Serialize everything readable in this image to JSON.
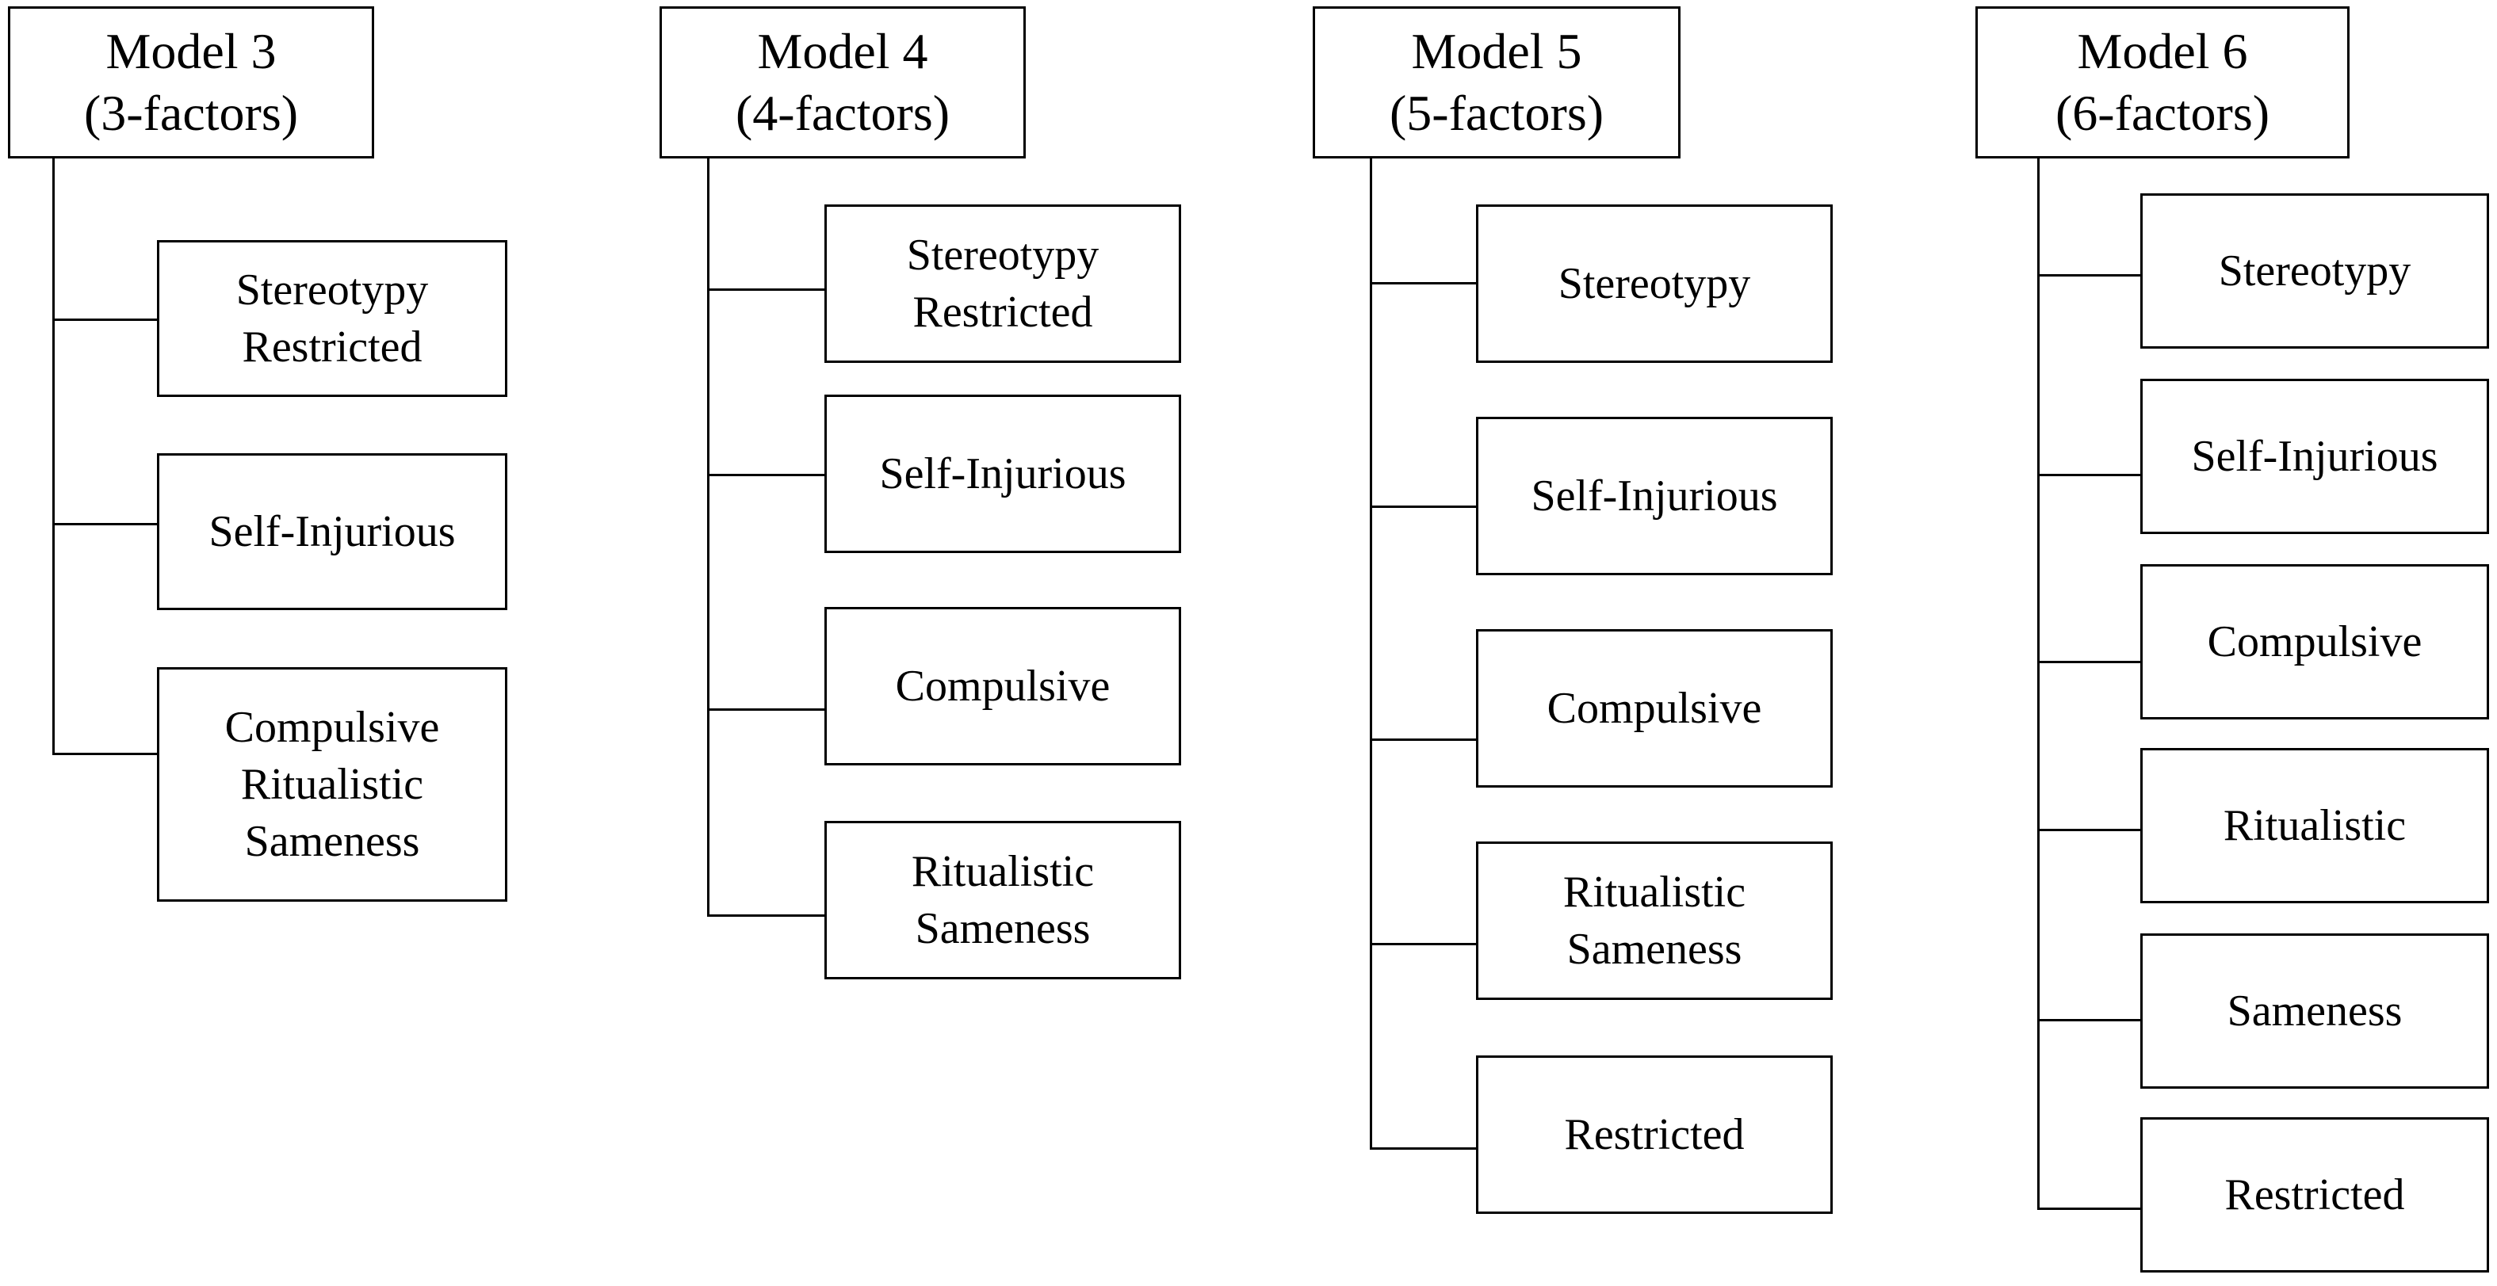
{
  "models": [
    {
      "title": "Model 3",
      "subtitle": "(3-factors)",
      "factors": [
        {
          "lines": [
            "Stereotypy",
            "Restricted"
          ]
        },
        {
          "lines": [
            "Self-Injurious"
          ]
        },
        {
          "lines": [
            "Compulsive",
            "Ritualistic",
            "Sameness"
          ]
        }
      ]
    },
    {
      "title": "Model 4",
      "subtitle": "(4-factors)",
      "factors": [
        {
          "lines": [
            "Stereotypy",
            "Restricted"
          ]
        },
        {
          "lines": [
            "Self-Injurious"
          ]
        },
        {
          "lines": [
            "Compulsive"
          ]
        },
        {
          "lines": [
            "Ritualistic",
            "Sameness"
          ]
        }
      ]
    },
    {
      "title": "Model 5",
      "subtitle": "(5-factors)",
      "factors": [
        {
          "lines": [
            "Stereotypy"
          ]
        },
        {
          "lines": [
            "Self-Injurious"
          ]
        },
        {
          "lines": [
            "Compulsive"
          ]
        },
        {
          "lines": [
            "Ritualistic",
            "Sameness"
          ]
        },
        {
          "lines": [
            "Restricted"
          ]
        }
      ]
    },
    {
      "title": "Model 6",
      "subtitle": "(6-factors)",
      "factors": [
        {
          "lines": [
            "Stereotypy"
          ]
        },
        {
          "lines": [
            "Self-Injurious"
          ]
        },
        {
          "lines": [
            "Compulsive"
          ]
        },
        {
          "lines": [
            "Ritualistic"
          ]
        },
        {
          "lines": [
            "Sameness"
          ]
        },
        {
          "lines": [
            "Restricted"
          ]
        }
      ]
    }
  ]
}
